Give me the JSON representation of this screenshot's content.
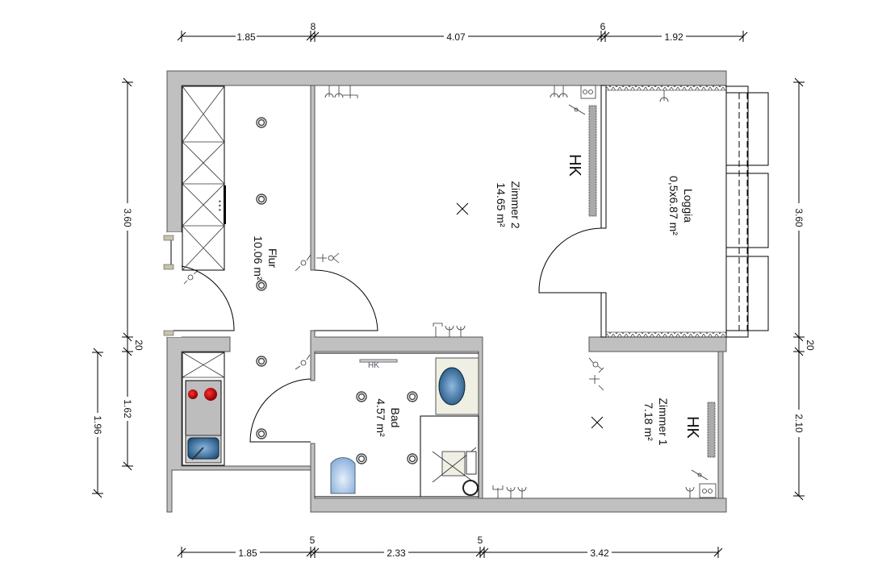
{
  "dimensions": {
    "top": [
      "1.85",
      "8",
      "4.07",
      "6",
      "1.92"
    ],
    "bottom": [
      "1.85",
      "5",
      "2.33",
      "5",
      "3.42"
    ],
    "left_inner": [
      "3.60",
      "20",
      "1.62"
    ],
    "left_outer": [
      "1.96"
    ],
    "right": [
      "3.60",
      "20",
      "2.10"
    ]
  },
  "rooms": {
    "flur": {
      "name": "Flur",
      "area": "10.06 m²"
    },
    "zimmer2": {
      "name": "Zimmer 2",
      "area": "14.65 m²"
    },
    "loggia": {
      "name": "Loggia",
      "area": "0,5x6.87 m²"
    },
    "bad": {
      "name": "Bad",
      "area": "4.57 m²"
    },
    "zimmer1": {
      "name": "Zimmer 1",
      "area": "7.18 m²"
    }
  },
  "heating": {
    "zimmer2": "HK",
    "zimmer1": "HK",
    "bad": "HK"
  },
  "colors": {
    "wall": "#c0c0c0",
    "stove_plate": "#cc0000",
    "fixture_blue": "#3a6f9c"
  }
}
